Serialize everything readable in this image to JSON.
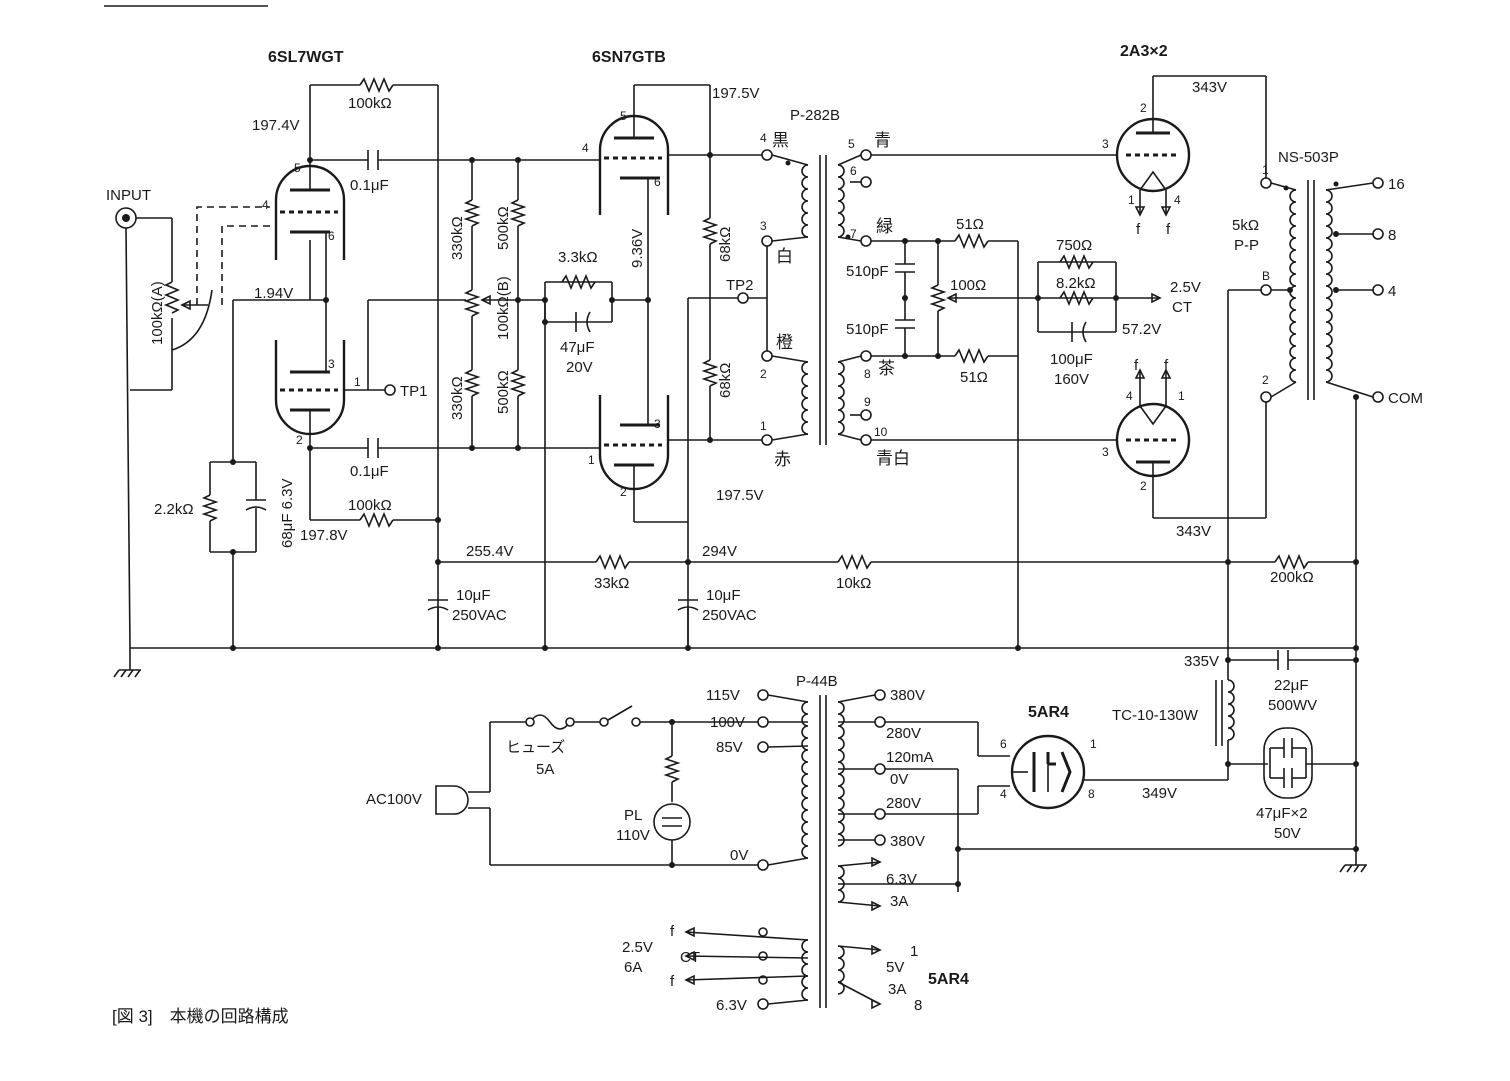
{
  "labels": {
    "tube_v1": "6SL7WGT",
    "tube_v2": "6SN7GTB",
    "tube_power": "2A3×2",
    "tube_rect": "5AR4",
    "tube_rect_heater": "5AR4",
    "input": "INPUT",
    "tp1": "TP1",
    "tp2": "TP2",
    "drv_trans": "P-282B",
    "out_trans": "NS-503P",
    "out_trans_imp": "5kΩ",
    "out_trans_pp": "P-P",
    "pwr_trans": "P-44B",
    "choke": "TC-10-130W",
    "ac_in": "AC100V",
    "fuse": "ヒューズ",
    "fuse_val": "5A",
    "pilot": "PL",
    "pilot_val": "110V",
    "caption": "[図 3]　本機の回路構成"
  },
  "components": {
    "r_fb1": "100kΩ",
    "r_fb2": "100kΩ",
    "c_cpl1": "0.1μF",
    "c_cpl2": "0.1μF",
    "pot_a": "100kΩ(A)",
    "pot_b": "100kΩ(B)",
    "r_330a": "330kΩ",
    "r_330b": "330kΩ",
    "r_500a": "500kΩ",
    "r_500b": "500kΩ",
    "r_33k": "3.3kΩ",
    "c_47": "47μF",
    "c_47_v": "20V",
    "r_68a": "68kΩ",
    "r_68b": "68kΩ",
    "r_22k": "2.2kΩ",
    "c_68": "68μF 6.3V",
    "r_51a": "51Ω",
    "r_51b": "51Ω",
    "c_510a": "510pF",
    "c_510b": "510pF",
    "pot_100": "100Ω",
    "r_750": "750Ω",
    "r_82k": "8.2kΩ",
    "c_100": "100μF",
    "c_100_v": "160V",
    "c_10a": "10μF",
    "c_10a_v": "250VAC",
    "c_10b": "10μF",
    "c_10b_v": "250VAC",
    "r_33k_b": "33kΩ",
    "r_10k": "10kΩ",
    "r_200k": "200kΩ",
    "c_22": "22μF",
    "c_22_v": "500WV",
    "c_47x2": "47μF×2",
    "c_47x2_v": "50V"
  },
  "voltages": {
    "v1_plate_a": "197.4V",
    "v1_cathode": "1.94V",
    "v1_plate_b": "197.8V",
    "v2_plate_a": "197.5V",
    "v2_plate_b": "197.5V",
    "v2_cathode": "9.36V",
    "b_255": "255.4V",
    "b_294": "294V",
    "pwr_plate_a": "343V",
    "pwr_plate_b": "343V",
    "heater_bias": "2.5V",
    "heater_ct": "CT",
    "bias_57": "57.2V",
    "choke_out": "335V",
    "rect_out": "349V",
    "tap_115": "115V",
    "tap_100": "100V",
    "tap_85": "85V",
    "tap_0": "0V",
    "sec_380a": "380V",
    "sec_280a": "280V",
    "sec_120ma": "120mA",
    "sec_0v": "0V",
    "sec_280b": "280V",
    "sec_380b": "380V",
    "h63": "6.3V",
    "h63_a": "3A",
    "h5": "5V",
    "h5_a": "3A",
    "h25": "2.5V",
    "h25_a": "6A",
    "h_ct": "CT",
    "h_63b": "6.3V"
  },
  "pins": {
    "drv_p4": "4",
    "drv_black": "黒",
    "drv_p3": "3",
    "drv_white": "白",
    "drv_p2": "2",
    "drv_orange": "橙",
    "drv_p1": "1",
    "drv_red": "赤",
    "drv_p5": "5",
    "drv_blue": "青",
    "drv_p6": "6",
    "drv_p7": "7",
    "drv_green": "緑",
    "drv_p8": "8",
    "drv_brown": "茶",
    "drv_p9": "9",
    "drv_p10": "10",
    "drv_bluewhite": "青白",
    "out_16": "16",
    "out_8": "8",
    "out_4": "4",
    "out_com": "COM",
    "out_p1": "1",
    "out_pB": "B",
    "out_p2": "2",
    "f": "f",
    "h_1": "1",
    "h_8": "8"
  }
}
